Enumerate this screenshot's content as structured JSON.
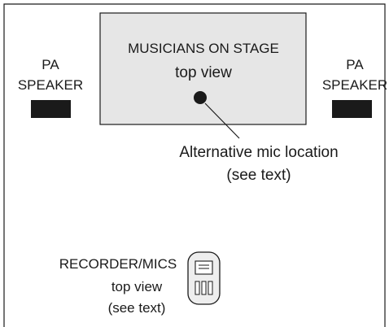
{
  "stage": {
    "title": "MUSICIANS ON STAGE",
    "subtitle": "top view"
  },
  "speaker_left": {
    "line1": "PA",
    "line2": "SPEAKER"
  },
  "speaker_right": {
    "line1": "PA",
    "line2": "SPEAKER"
  },
  "mic_callout": {
    "line1": "Alternative mic location",
    "line2": "(see text)"
  },
  "recorder": {
    "line1": "RECORDER/MICS",
    "line2": "top view",
    "line3": "(see text)"
  },
  "colors": {
    "stage_fill": "#e6e6e6",
    "outline": "#1a1a1a",
    "speaker_fill": "#1a1a1a",
    "recorder_fill": "#eeeeee"
  },
  "icons": {
    "speaker": "pa-speaker-icon",
    "mic": "mic-dot-icon",
    "recorder": "recorder-icon"
  }
}
